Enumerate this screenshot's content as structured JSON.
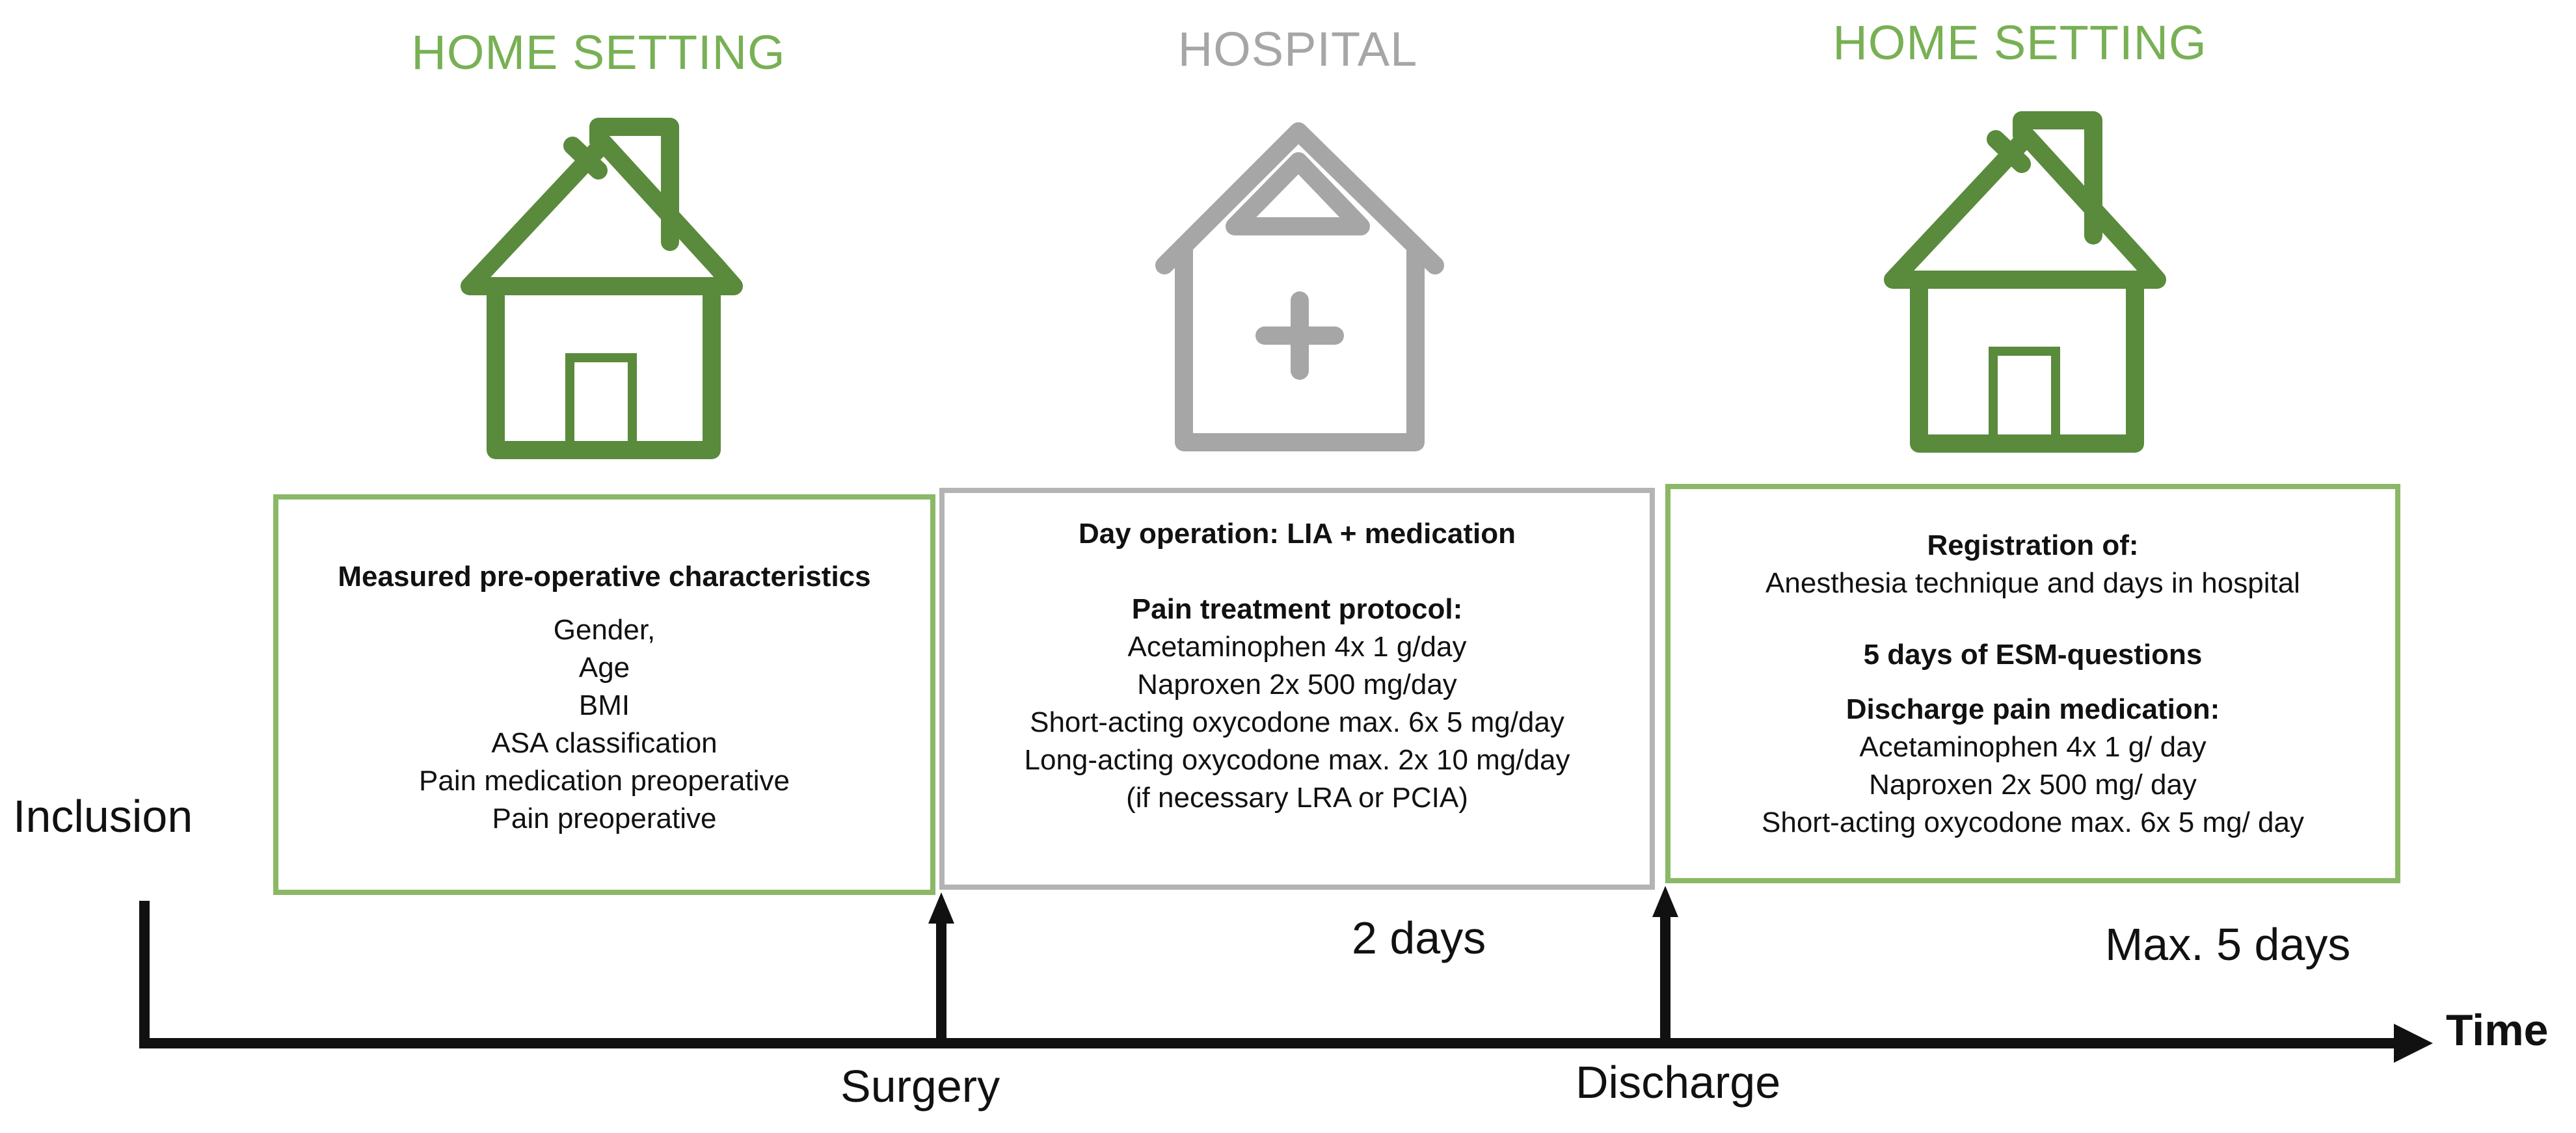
{
  "columns": [
    {
      "heading": "HOME SETTING",
      "heading_color": "#78b054",
      "icon": "house-icon",
      "box": {
        "title": "Measured pre-operative characteristics",
        "lines": [
          "Gender,",
          "Age",
          "BMI",
          "ASA classification",
          "Pain medication preoperative",
          "Pain preoperative"
        ]
      }
    },
    {
      "heading": "HOSPITAL",
      "heading_color": "#a6a6a6",
      "icon": "hospital-icon",
      "box": {
        "title": "Day operation: LIA + medication",
        "subtitle": "Pain treatment protocol:",
        "lines": [
          "Acetaminophen 4x 1 g/day",
          "Naproxen 2x 500 mg/day",
          "Short-acting oxycodone max. 6x 5 mg/day",
          "Long-acting oxycodone max. 2x 10 mg/day",
          "(if necessary LRA or PCIA)"
        ]
      }
    },
    {
      "heading": "HOME SETTING",
      "heading_color": "#78b054",
      "icon": "house-icon",
      "box": {
        "title": "Registration of:",
        "line1": "Anesthesia technique and days in hospital",
        "subtitle": "5 days of ESM-questions",
        "subtitle2": "Discharge pain medication:",
        "lines": [
          "Acetaminophen 4x 1 g/ day",
          "Naproxen 2x 500 mg/ day",
          "Short-acting oxycodone max. 6x 5 mg/ day"
        ]
      }
    }
  ],
  "timeline": {
    "start_label": "Inclusion",
    "axis_label": "Time",
    "events": [
      "Surgery",
      "Discharge"
    ],
    "durations": [
      "2 days",
      "Max. 5 days"
    ]
  },
  "colors": {
    "green": "#78b054",
    "green_box": "#8ab866",
    "green_icon": "#5a8a3c",
    "grey": "#a6a6a6",
    "axis": "#111111"
  }
}
